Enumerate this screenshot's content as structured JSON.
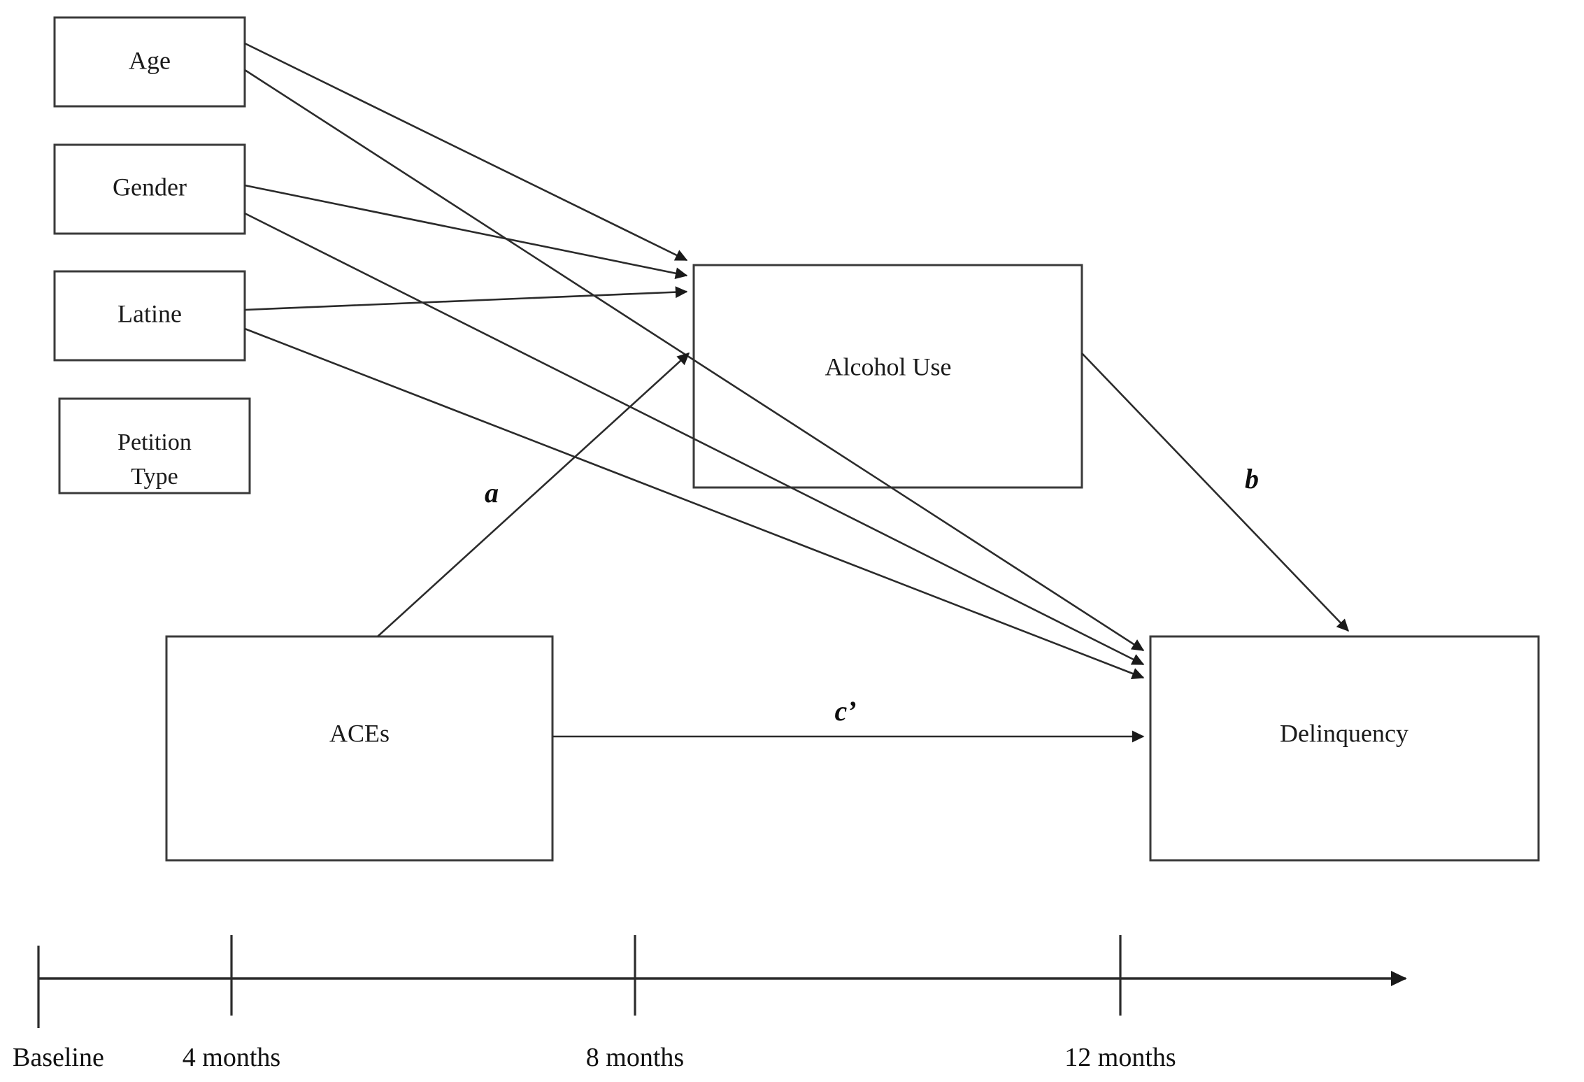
{
  "figure": {
    "kind": "mediation-path-diagram",
    "background_color": "#ffffff",
    "line_color": "#2b2b2b",
    "box_stroke_color": "#3a3a3a",
    "text_color": "#1a1a1a"
  },
  "covariates": [
    {
      "id": "age",
      "label": "Age"
    },
    {
      "id": "gender",
      "label": "Gender"
    },
    {
      "id": "latine",
      "label": "Latine"
    },
    {
      "id": "petition_type",
      "label_line1": "Petition",
      "label_line2": "Type"
    }
  ],
  "nodes": [
    {
      "id": "alcohol_use",
      "label": "Alcohol Use"
    },
    {
      "id": "aces",
      "label": "ACEs"
    },
    {
      "id": "delinquency",
      "label": "Delinquency"
    }
  ],
  "path_labels": [
    {
      "id": "a",
      "label": "a",
      "from": "ACEs",
      "to": "Alcohol Use"
    },
    {
      "id": "b",
      "label": "b",
      "from": "Alcohol Use",
      "to": "Delinquency"
    },
    {
      "id": "c_prime",
      "label": "c’",
      "from": "ACEs",
      "to": "Delinquency"
    }
  ],
  "timeline": {
    "ticks": [
      {
        "id": "baseline",
        "label": "Baseline"
      },
      {
        "id": "m4",
        "label": "4 months"
      },
      {
        "id": "m8",
        "label": "8 months"
      },
      {
        "id": "m12",
        "label": "12 months"
      }
    ]
  }
}
